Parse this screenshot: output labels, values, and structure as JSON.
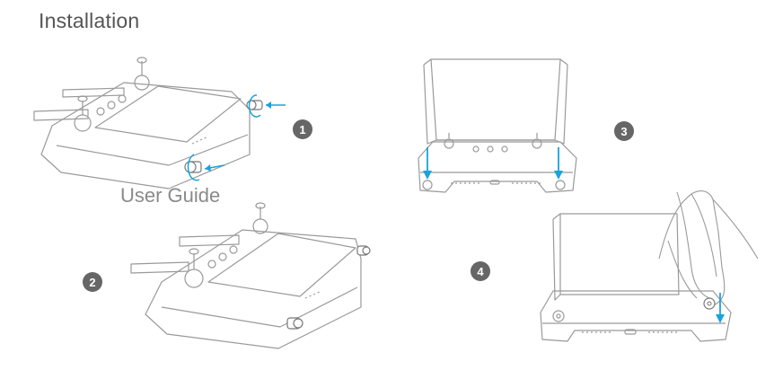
{
  "title": "Installation",
  "overlay_text": "User Guide",
  "steps": [
    {
      "number": "1"
    },
    {
      "number": "2"
    },
    {
      "number": "3"
    },
    {
      "number": "4"
    }
  ],
  "colors": {
    "line": "#9a9a9a",
    "arrow": "#1aa3dc",
    "badge": "#666666",
    "title": "#555555"
  },
  "icons": [
    "controller-illustration",
    "screw-icon",
    "rotate-arrow-icon",
    "sunhood-illustration",
    "hand-illustration",
    "down-arrow-icon"
  ]
}
